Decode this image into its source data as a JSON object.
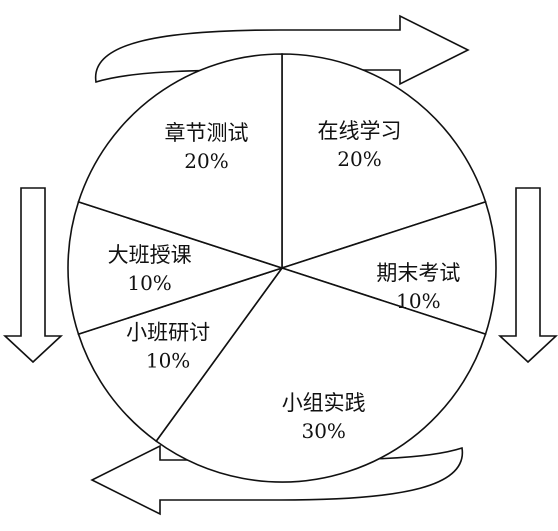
{
  "chart_data": {
    "type": "pie",
    "start_angle_deg": 0,
    "direction": "clockwise",
    "slices": [
      {
        "label": "在线学习",
        "value": 20,
        "value_label": "20%"
      },
      {
        "label": "期末考试",
        "value": 10,
        "value_label": "10%"
      },
      {
        "label": "小组实践",
        "value": 30,
        "value_label": "30%"
      },
      {
        "label": "小班研讨",
        "value": 10,
        "value_label": "10%"
      },
      {
        "label": "大班授课",
        "value": 10,
        "value_label": "10%"
      },
      {
        "label": "章节测试",
        "value": 20,
        "value_label": "20%"
      }
    ],
    "decorations": [
      "curved-arrow-top",
      "curved-arrow-bottom",
      "down-arrow-left",
      "down-arrow-right"
    ],
    "colors": {
      "stroke": "#111111",
      "fill": "#ffffff"
    }
  }
}
